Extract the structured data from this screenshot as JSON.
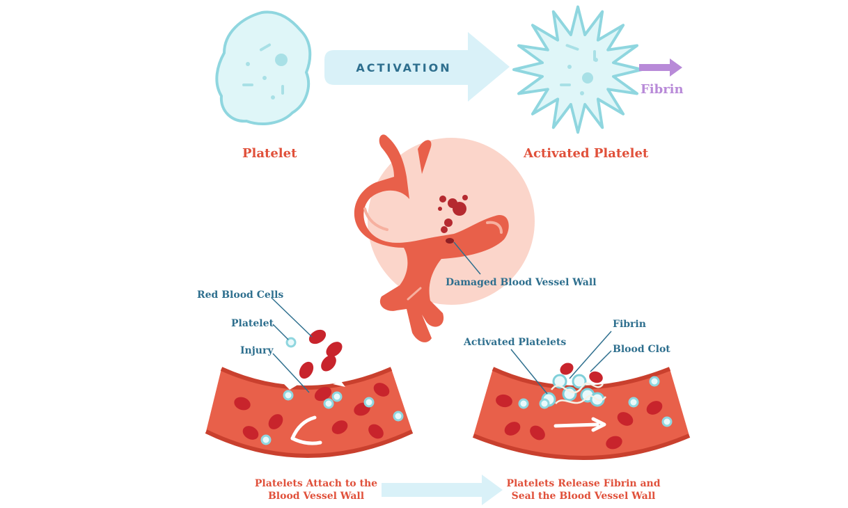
{
  "header": {
    "platelet": "Platelet",
    "activation": "ACTIVATION",
    "activated_platelet": "Activated Platelet",
    "fibrin": "Fibrin"
  },
  "center": {
    "damaged_wall": "Damaged Blood Vessel Wall"
  },
  "left_panel": {
    "red_blood_cells": "Red Blood Cells",
    "platelet": "Platelet",
    "injury": "Injury",
    "caption_line1": "Platelets Attach to the",
    "caption_line2": "Blood Vessel Wall"
  },
  "right_panel": {
    "fibrin": "Fibrin",
    "activated_platelets": "Activated Platelets",
    "blood_clot": "Blood Clot",
    "caption_line1": "Platelets Release Fibrin and",
    "caption_line2": "Seal the Blood Vessel Wall"
  },
  "colors": {
    "title_red": "#e0503a",
    "label_blue": "#2e6f8e",
    "platelet_fill": "#d8f3f6",
    "platelet_stroke": "#8fd6df",
    "vessel": "#e8604a",
    "rbc": "#c8242c",
    "fibrin_purple": "#b88ad8",
    "halo": "#fbd3c8"
  }
}
